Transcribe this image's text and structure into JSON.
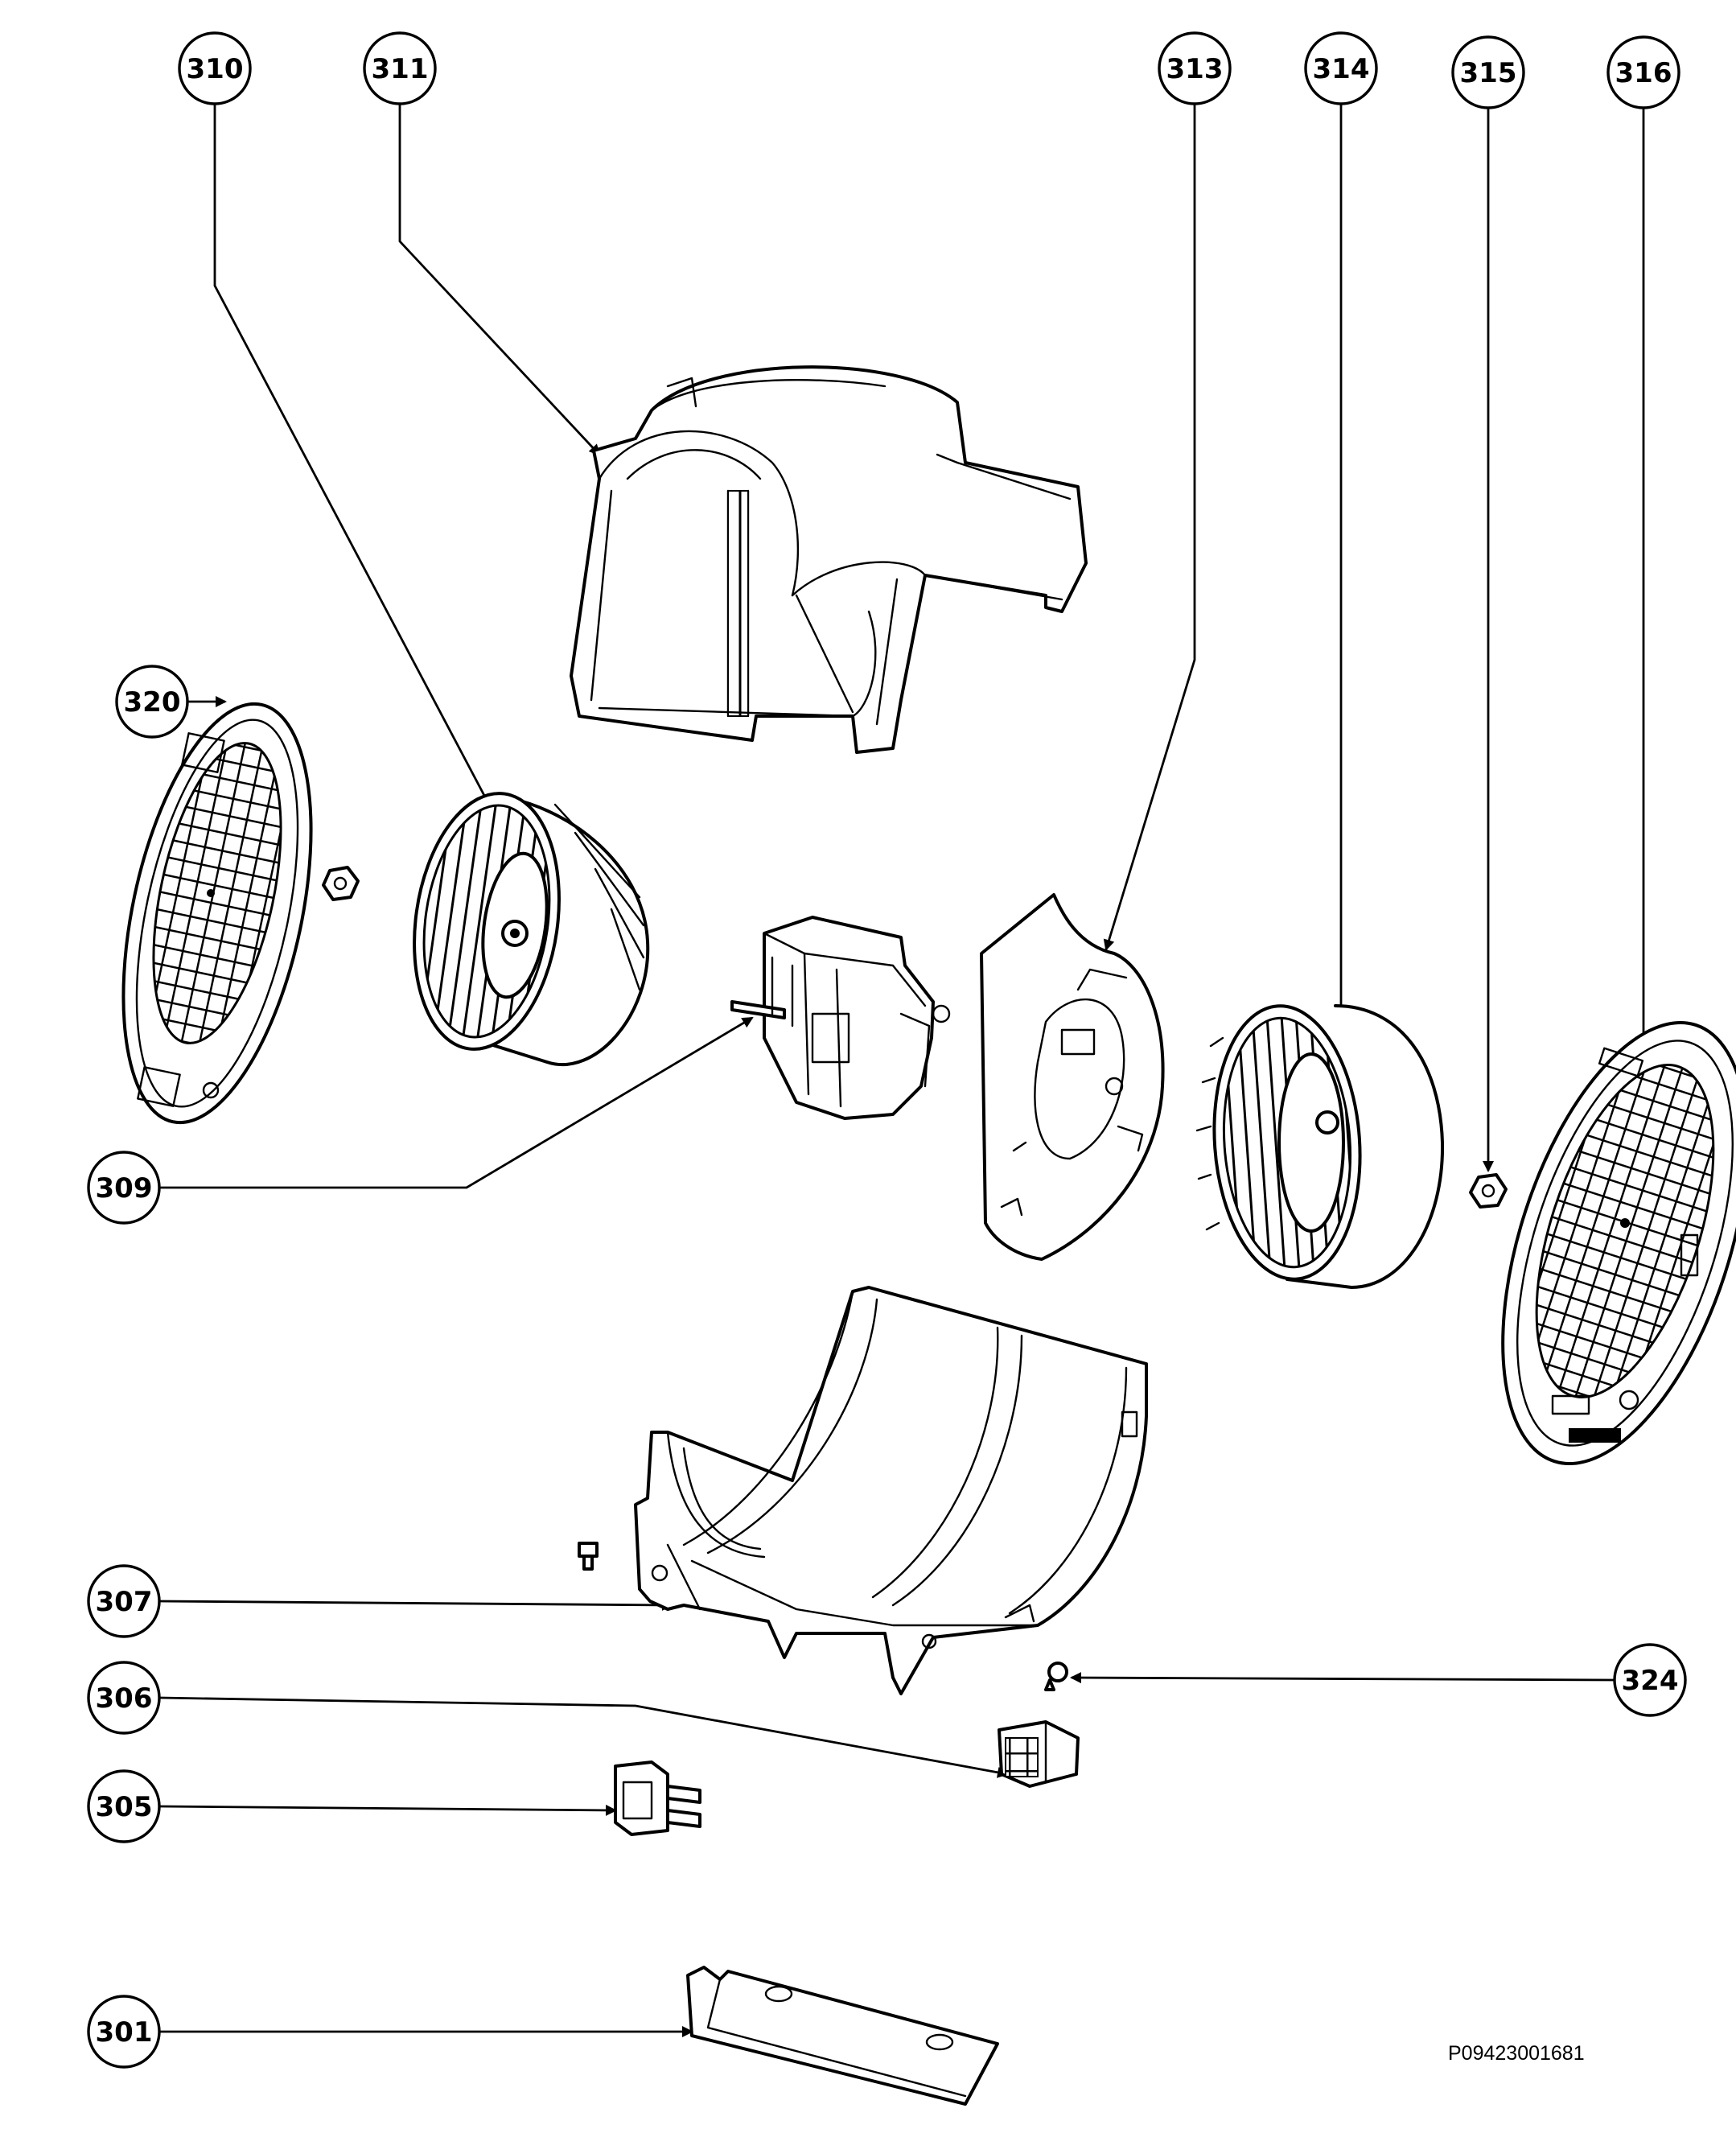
{
  "callouts": [
    {
      "label": "310"
    },
    {
      "label": "311"
    },
    {
      "label": "313"
    },
    {
      "label": "314"
    },
    {
      "label": "315"
    },
    {
      "label": "316"
    },
    {
      "label": "320"
    },
    {
      "label": "309"
    },
    {
      "label": "307"
    },
    {
      "label": "324"
    },
    {
      "label": "306"
    },
    {
      "label": "305"
    },
    {
      "label": "301"
    }
  ],
  "document_code": "P09423001681",
  "colors": {
    "line": "#000000",
    "background": "#ffffff"
  }
}
